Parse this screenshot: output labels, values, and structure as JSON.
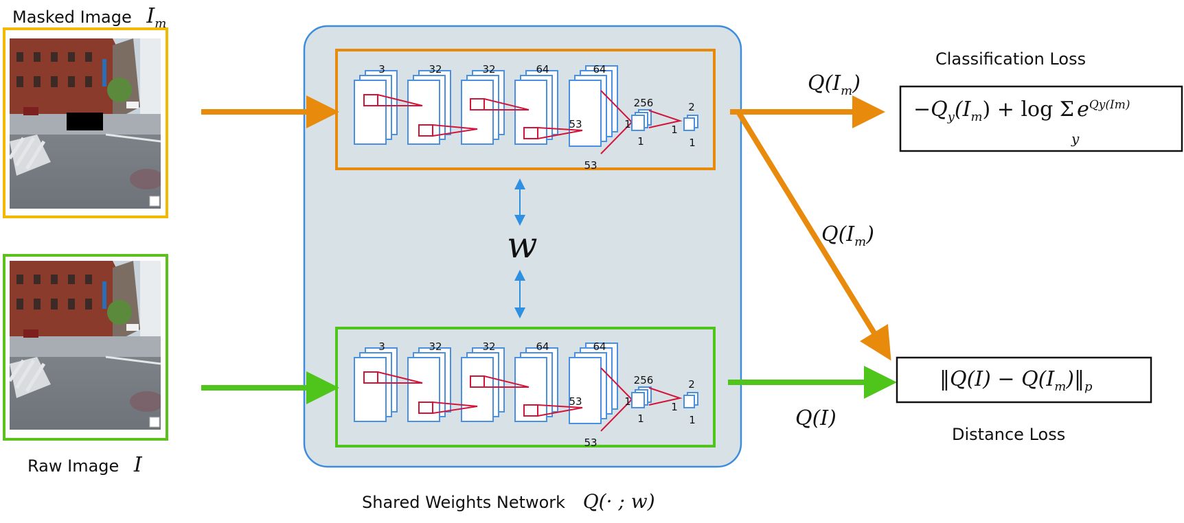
{
  "labels": {
    "masked_image": "Masked Image",
    "masked_symbol": "I",
    "masked_sub": "m",
    "raw_image": "Raw Image",
    "raw_symbol": "I",
    "shared_network": "Shared Weights Network",
    "shared_symbol": "Q(· ; w)",
    "weight_symbol": "w",
    "classification_loss": "Classification Loss",
    "distance_loss": "Distance Loss",
    "q_im_top": "Q(I",
    "q_im_top_sub": "m",
    "q_im_diag": "Q(I",
    "q_im_diag_sub": "m",
    "q_i": "Q(I)"
  },
  "formulas": {
    "classification": "−Q",
    "classification_sub": "y",
    "classification_mid": "(I",
    "classification_mid_sub": "m",
    "classification_rest": ") + log Σ",
    "classification_sum_sub": "y",
    "classification_exp": "e",
    "classification_exp_sup": "Qy(Im)",
    "distance": "‖Q(I) − Q(I",
    "distance_sub": "m",
    "distance_rest": ")‖",
    "distance_p": "p"
  },
  "network_top": {
    "channel_labels": [
      "3",
      "32",
      "32",
      "64",
      "64",
      "256",
      "2"
    ],
    "size_labels": [
      "53",
      "53",
      "1",
      "1",
      "1",
      "1"
    ]
  },
  "network_bottom": {
    "channel_labels": [
      "3",
      "32",
      "32",
      "64",
      "64",
      "256",
      "2"
    ],
    "size_labels": [
      "53",
      "53",
      "1",
      "1",
      "1",
      "1"
    ]
  },
  "colors": {
    "masked_border": "#F5B800",
    "raw_border": "#5CC21B",
    "orange_arrow": "#E88A0C",
    "green_arrow": "#4FC41A",
    "network_bg": "#D7E1E6",
    "network_border": "#3C8EDD",
    "layer_border": "#4A90E2",
    "kernel": "#D2143A"
  }
}
